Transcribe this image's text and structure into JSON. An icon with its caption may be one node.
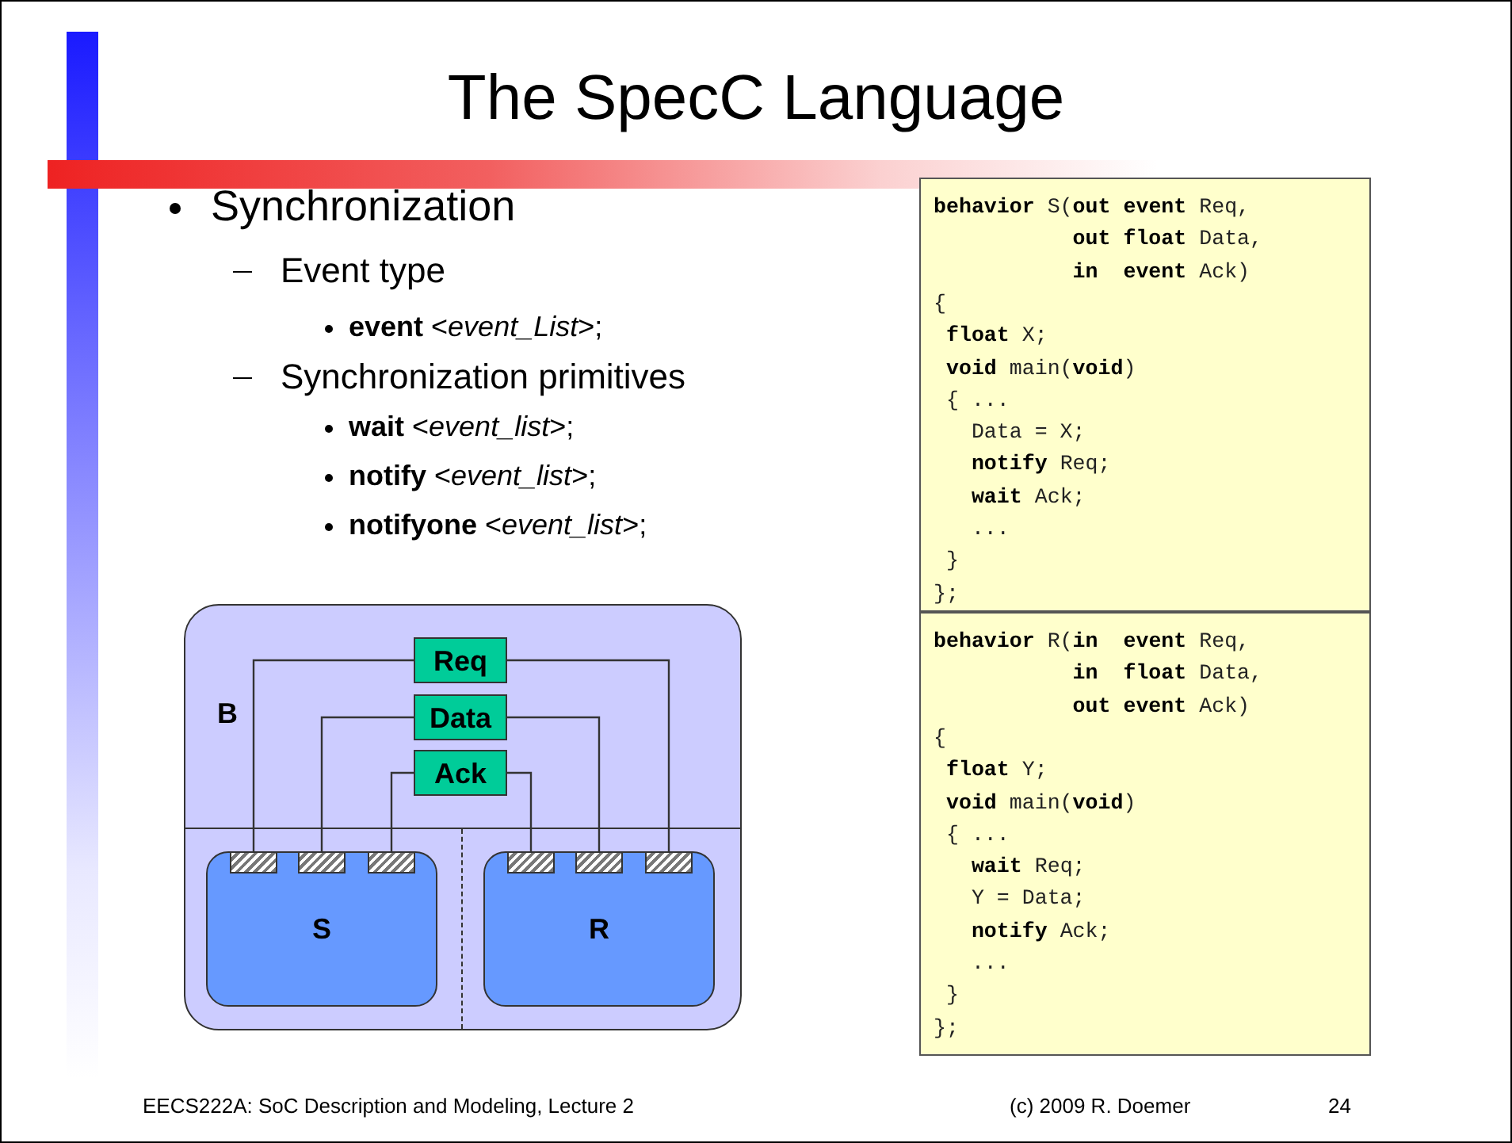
{
  "diagram": {
    "title": "The SpecC Language",
    "nodes": [
      {
        "text": [
          "B"
        ]
      },
      {
        "text": [
          "Req"
        ],
        "in": 0
      },
      {
        "text": [
          "Data"
        ],
        "in": 0
      },
      {
        "text": [
          "Ack"
        ],
        "in": 0
      },
      {
        "text": [
          "S"
        ],
        "in": 0
      },
      {
        "text": [
          "R"
        ],
        "in": 0
      },
      {
        "text": [],
        "shape": "box",
        "in": 4
      },
      {
        "text": [],
        "shape": "box",
        "in": 4
      },
      {
        "text": [],
        "shape": "box",
        "in": 4
      },
      {
        "text": [],
        "shape": "box",
        "in": 5
      },
      {
        "text": [],
        "shape": "box",
        "in": 5
      },
      {
        "text": [],
        "shape": "box",
        "in": 5
      },
      {
        "text": [
          "**behavior** S(**out** **event** Req,",
          "           **out** **float** Data,",
          "           **in**  **event** Ack)",
          "{",
          " **float** X;",
          " **void** main(**void**)",
          " { ...",
          "   Data = X;",
          "   **notify** Req;",
          "   **wait** Ack;",
          "   ...",
          " }",
          "};"
        ]
      },
      {
        "text": [
          "**behavior** R(**in**  **event** Req,",
          "           **in**  **float** Data,",
          "           **out** **event** Ack)",
          "{",
          " **float** Y;",
          " **void** main(**void**)",
          " { ...",
          "   **wait** Req;",
          "   Y = Data;",
          "   **notify** Ack;",
          "   ...",
          " }",
          "};"
        ]
      }
    ],
    "edges": [
      {
        "from": 6,
        "to": 1,
        "arrow": "none"
      },
      {
        "from": 7,
        "to": 2,
        "arrow": "none"
      },
      {
        "from": 8,
        "to": 3,
        "arrow": "none"
      },
      {
        "from": 3,
        "to": 9,
        "arrow": "none"
      },
      {
        "from": 2,
        "to": 10,
        "arrow": "none"
      },
      {
        "from": 1,
        "to": 11,
        "arrow": "none"
      }
    ],
    "labels": [
      "Synchronization",
      "Event type",
      "**event** <*event_List*>;",
      "Synchronization primitives",
      "**wait** <*event_list*>;",
      "**notify** <*event_list*>;",
      "**notifyone** <*event_list*>;",
      "EECS222A: SoC Description and Modeling, Lecture 2",
      "(c) 2009 R. Doemer",
      "24"
    ]
  }
}
